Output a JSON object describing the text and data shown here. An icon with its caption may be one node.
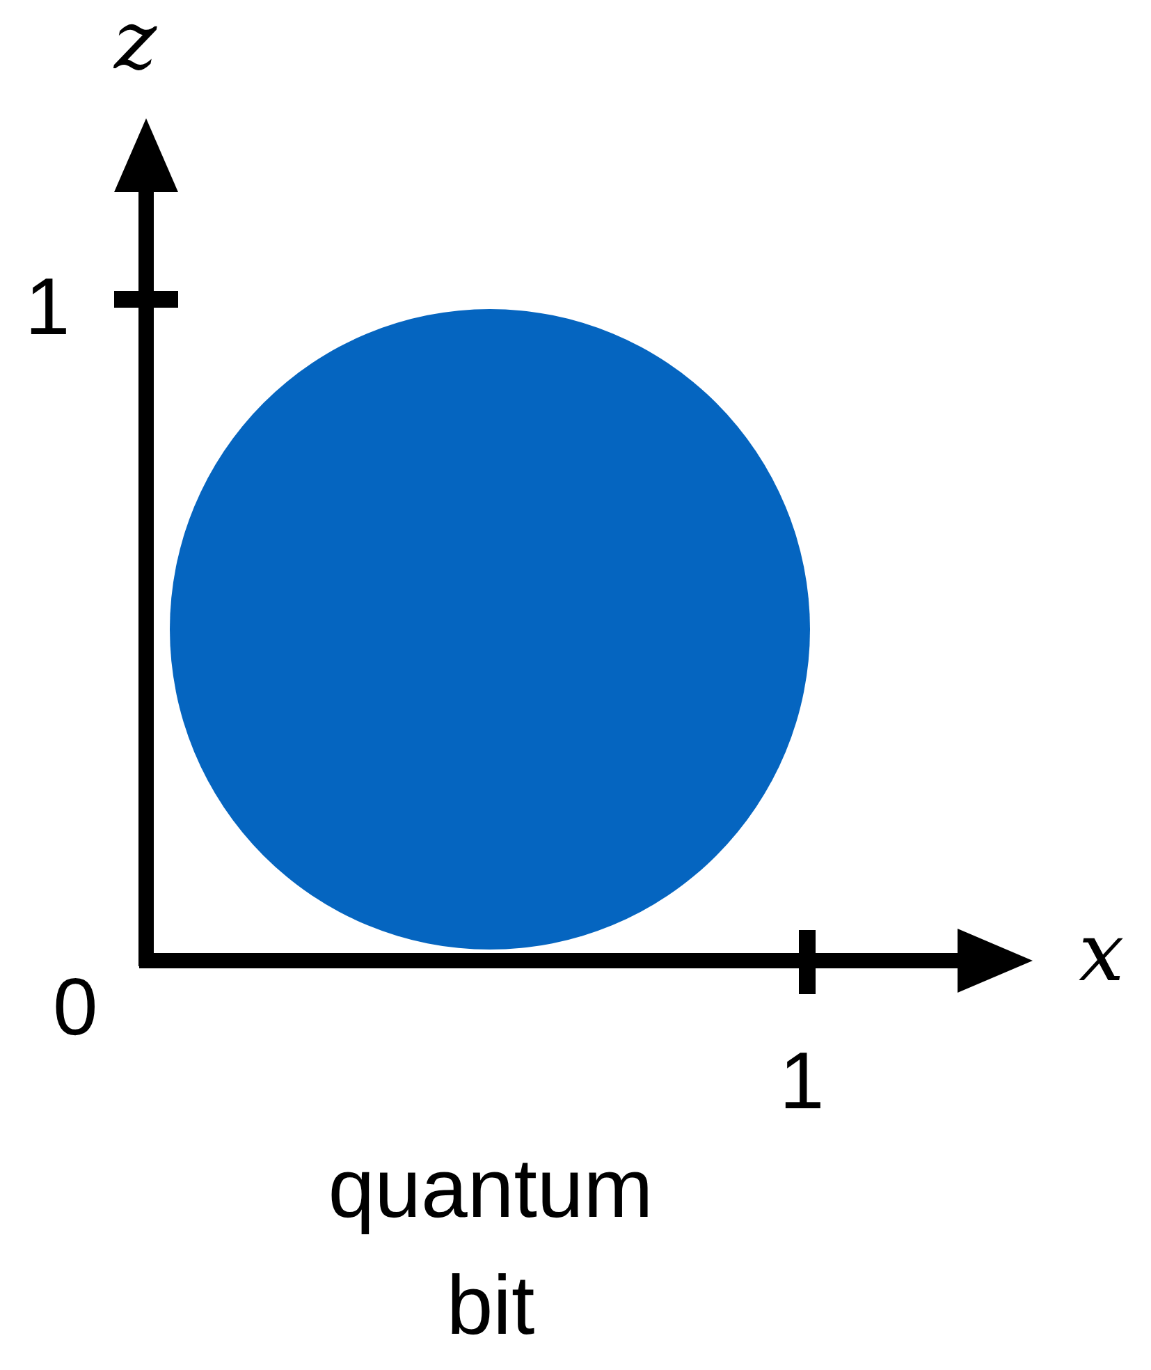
{
  "diagram": {
    "nodes": [
      {
        "text": [],
        "shape": "circle"
      }
    ],
    "labels": [
      "z",
      "1",
      "x",
      "0",
      "1",
      "quantum bit"
    ]
  }
}
